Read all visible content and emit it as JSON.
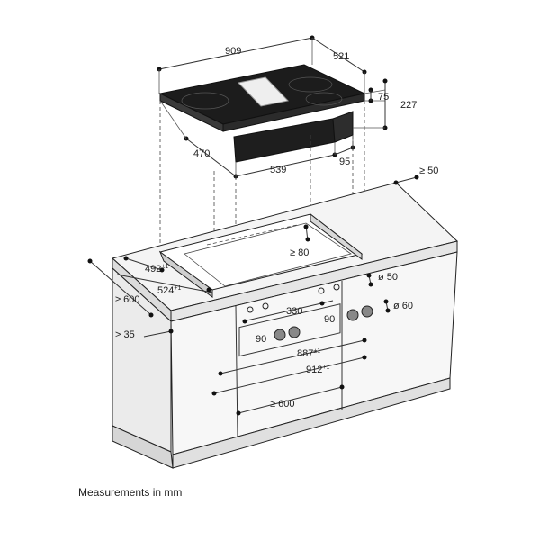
{
  "caption": "Measurements in mm",
  "dimensions": {
    "hob_width": "909",
    "hob_depth": "521",
    "hob_thickness": "75",
    "total_height": "227",
    "box_depth": "470",
    "box_width": "539",
    "box_offset": "95",
    "rear_clearance": "≥ 50",
    "cutout_depth": "492",
    "cutout_depth_tol": "±1",
    "cutout_width_depth": "524",
    "cutout_width_depth_tol": "+1",
    "cabinet_depth": "≥ 600",
    "side_clearance": "> 35",
    "side_gap": "≥ 80",
    "knob_hole": "ø 50",
    "knob_outer": "ø 60",
    "knob_spacing": "330",
    "knob_angle_left": "90",
    "knob_angle_right": "90",
    "inner_width": "887",
    "inner_width_tol": "±1",
    "outer_width": "912",
    "outer_width_tol": "+1",
    "cabinet_width": "≥ 600"
  }
}
